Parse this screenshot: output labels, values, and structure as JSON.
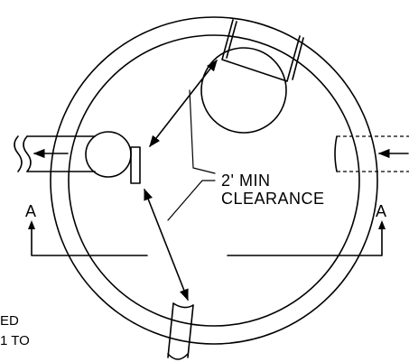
{
  "labels": {
    "clearance_line1": "2' MIN",
    "clearance_line2": "CLEARANCE",
    "section_left": "A",
    "section_right": "A",
    "note_line1": "ED",
    "note_line2": "1 TO"
  }
}
